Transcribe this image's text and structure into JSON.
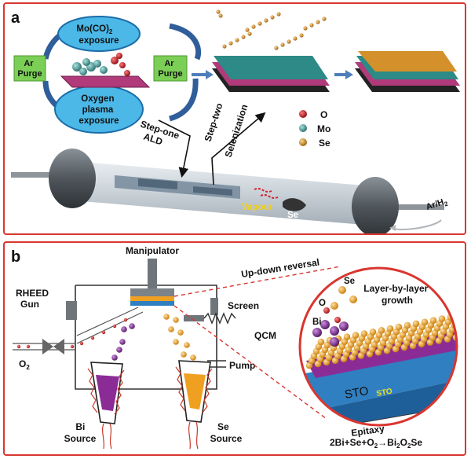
{
  "panel_a": {
    "letter": "a",
    "cycle": {
      "mo_exposure": [
        "Mo(CO)",
        "2",
        "exposure"
      ],
      "ar_purge_left": [
        "Ar",
        "Purge"
      ],
      "ar_purge_right": [
        "Ar",
        "Purge"
      ],
      "oxygen_plasma": [
        "Oxygen",
        "plasma",
        "exposure"
      ]
    },
    "steps": {
      "step_one": "Step-one",
      "ald": "ALD",
      "step_two": "Step-two",
      "selenization": "Selenization"
    },
    "legend": [
      {
        "label": "O",
        "color": "#b3121a"
      },
      {
        "label": "Mo",
        "color": "#3f8f8d"
      },
      {
        "label": "Se",
        "color": "#c98a2c"
      }
    ],
    "tube": {
      "vapour": "Vapour",
      "se": "Se",
      "gas": [
        "Ar/H",
        "2"
      ]
    }
  },
  "panel_b": {
    "letter": "b",
    "chamber": {
      "manipulator": "Manipulator",
      "rheed": [
        "RHEED",
        "Gun"
      ],
      "screen": "Screen",
      "qcm": "QCM",
      "pump": "Pump",
      "o2": [
        "O",
        "2"
      ],
      "bi_source": [
        "Bi",
        "Source"
      ],
      "se_source": [
        "Se",
        "Source"
      ],
      "up_down": "Up-down reversal"
    },
    "zoom": {
      "se": "Se",
      "o": "O",
      "bi": "Bi",
      "growth": [
        "Layer-by-layer",
        "growth"
      ],
      "sto_big": "STO",
      "sto_small": "STO",
      "epitaxy": "Epitaxy"
    },
    "equation": {
      "left": "2Bi+Se+O",
      "sub1": "2",
      "arrow": "→Bi",
      "sub2": "2",
      "mid": "O",
      "sub3": "2",
      "end": "Se"
    },
    "colors": {
      "bi": "#7b2a8c",
      "se": "#f0a020",
      "o": "#c81e1e",
      "sto": "#2f7fc1"
    }
  }
}
